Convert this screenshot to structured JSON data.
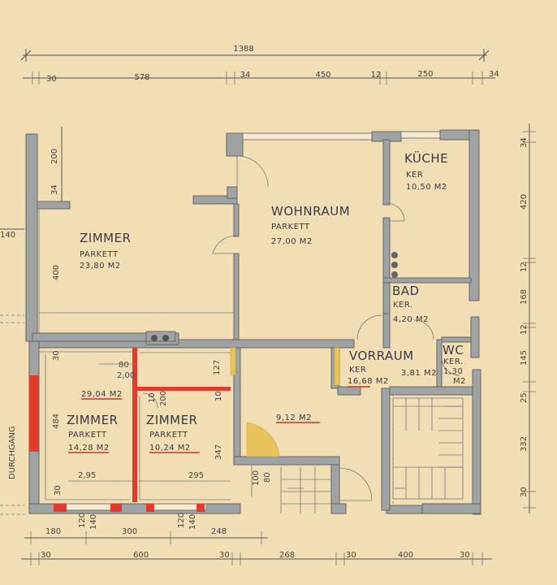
{
  "dimensions": {
    "overall_width": "1388",
    "top_row": [
      "30",
      "578",
      "34",
      "450",
      "12",
      "250",
      "34"
    ],
    "right_col": [
      "34",
      "420",
      "12",
      "168",
      "12",
      "145",
      "25",
      "332",
      "30"
    ],
    "bottom_row1": [
      "180",
      "300",
      "248"
    ],
    "bottom_row2": [
      "30",
      "600",
      "30",
      "268",
      "30",
      "400",
      "30"
    ],
    "left_col": [
      "200",
      "34",
      "400",
      "30",
      "484",
      "30"
    ],
    "left_edge": "140",
    "interior": {
      "d_80": "80",
      "d_200a": "2,00",
      "d_10": "10",
      "d_200b": "200",
      "d_127": "127",
      "d_10b": "10",
      "d_347": "347",
      "d_295a": "2,95",
      "d_295b": "295",
      "d_120a": "120",
      "d_140a": "140",
      "d_120b": "120",
      "d_140b": "140",
      "d_100": "100",
      "d_80b": "80"
    }
  },
  "rooms": {
    "wohnraum": {
      "name": "WOHNRAUM",
      "floor": "PARKETT",
      "area": "27,00 M2"
    },
    "kueche": {
      "name": "KÜCHE",
      "floor": "KER",
      "area": "10,50 M2"
    },
    "zimmer_large": {
      "name": "ZIMMER",
      "floor": "PARKETT",
      "area": "23,80 M2"
    },
    "bad": {
      "name": "BAD",
      "floor": "KER.",
      "area": "4,20 M2"
    },
    "vorraum": {
      "name": "VORRAUM",
      "floor": "KER",
      "area": "16,68 M2",
      "extra_area": "3,81 M2"
    },
    "wc": {
      "name": "WC",
      "floor": "KER.",
      "area": "1,30",
      "unit": "M2"
    },
    "zimmer_left": {
      "name": "ZIMMER",
      "floor": "PARKETT",
      "area": "14,28 M2"
    },
    "zimmer_mid": {
      "name": "ZIMMER",
      "floor": "PARKETT",
      "area": "10,24 M2"
    },
    "combined_area": "29,04 M2",
    "small_room_area": "9,12 M2"
  },
  "labels": {
    "durchgang": "DURCHGANG"
  },
  "colors": {
    "paper": "#f1deb4",
    "wall": "#9fa3a3",
    "red_wall": "#e23b2e",
    "yellow_door": "#e8c35a"
  }
}
